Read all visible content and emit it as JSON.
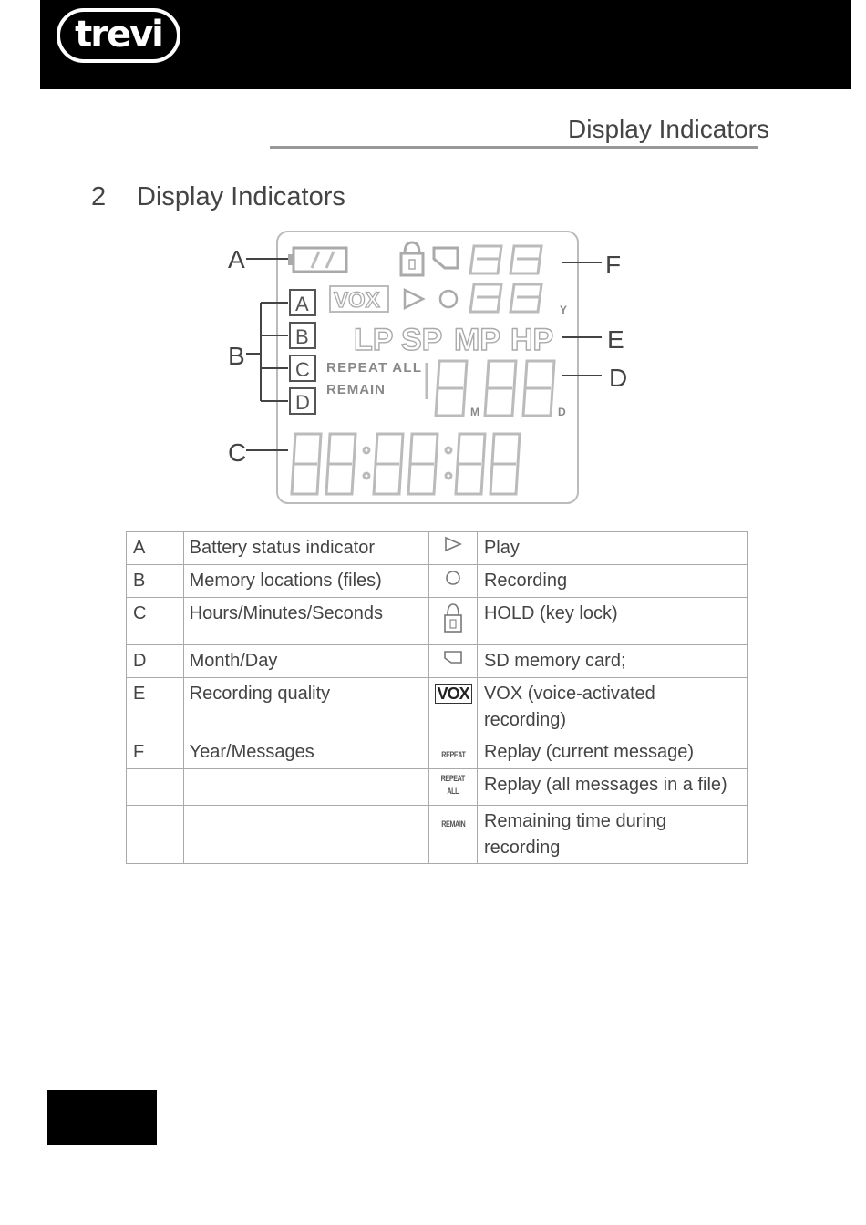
{
  "header": {
    "logo_text": "trevi"
  },
  "section_title": "Display Indicators",
  "heading": {
    "number": "2",
    "title": "Display Indicators"
  },
  "lcd": {
    "callouts": {
      "a": "A",
      "b": "B",
      "c": "C",
      "d": "D",
      "e": "E",
      "f": "F"
    },
    "memory_slots": [
      "A",
      "B",
      "C",
      "D"
    ],
    "vox": "VOX",
    "quality": [
      "LP",
      "SP",
      "MP",
      "HP"
    ],
    "repeat_all": "REPEAT ALL",
    "remain": "REMAIN",
    "unit_y": "Y",
    "unit_m": "M",
    "unit_d": "D",
    "digits": "88"
  },
  "legend": [
    {
      "key": "A",
      "desc": "Battery status indicator",
      "icon": "play-icon",
      "icon_label": "",
      "meaning": "Play"
    },
    {
      "key": "B",
      "desc": "Memory locations (files)",
      "icon": "record-icon",
      "icon_label": "",
      "meaning": "Recording"
    },
    {
      "key": "C",
      "desc": "Hours/Minutes/Seconds",
      "icon": "lock-icon",
      "icon_label": "",
      "meaning": "HOLD (key lock)"
    },
    {
      "key": "D",
      "desc": "Month/Day",
      "icon": "sd-card-icon",
      "icon_label": "",
      "meaning": "SD memory card;"
    },
    {
      "key": "E",
      "desc": "Recording quality",
      "icon": "vox-icon",
      "icon_label": "VOX",
      "meaning": "VOX (voice-activated recording)"
    },
    {
      "key": "F",
      "desc": "Year/Messages",
      "icon": "repeat-icon",
      "icon_label": "REPEAT",
      "meaning": "Replay (current message)"
    },
    {
      "key": "",
      "desc": "",
      "icon": "repeat-all-icon",
      "icon_label": "REPEAT ALL",
      "meaning": "Replay (all messages in a file)"
    },
    {
      "key": "",
      "desc": "",
      "icon": "remain-icon",
      "icon_label": "REMAIN",
      "meaning": "Remaining time during recording"
    }
  ]
}
